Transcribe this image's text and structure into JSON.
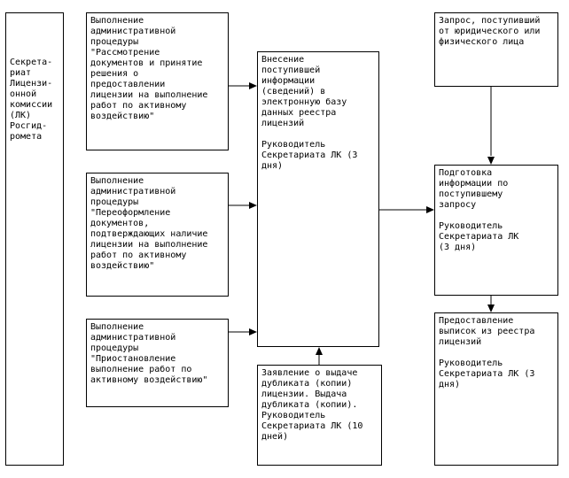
{
  "secretariat": "Секрета-\nриат\nЛицензи-\nонной\nкомиссии\n(ЛК)\nРосгид-\nромета",
  "proc1": "Выполнение\nадминистративной\nпроцедуры\n\"Рассмотрение\nдокументов и принятие\nрешения о\nпредоставлении\nлицензии на выполнение\nработ по активному\nвоздействию\"",
  "proc2": "Выполнение\nадминистративной\nпроцедуры\n\"Переоформление\nдокументов,\nподтверждающих наличие\nлицензии на выполнение\nработ по активному\nвоздействию\"",
  "proc3": "Выполнение\nадминистративной\nпроцедуры\n\"Приостановление\nвыполнение работ по\nактивному воздействию\"",
  "entry": "Внесение\nпоступившей\nинформации\n(сведений) в\nэлектронную базу\nданных реестра\nлицензий\n\nРуководитель\nСекретариата ЛК (3\nдня)",
  "duplicate": "Заявление о выдаче\nдубликата (копии)\nлицензии. Выдача\nдубликата (копии).\nРуководитель\nСекретариата ЛК (10\nдней)",
  "request": "Запрос, поступивший\nот юридического или\nфизического лица",
  "prepare": "Подготовка\nинформации по\nпоступившему\nзапросу\n\nРуководитель\nСекретариата ЛК\n(3 дня)",
  "provide": "Предоставление\nвыписок из реестра\nлицензий\n\nРуководитель\nСекретариата ЛК (3\nдня)"
}
